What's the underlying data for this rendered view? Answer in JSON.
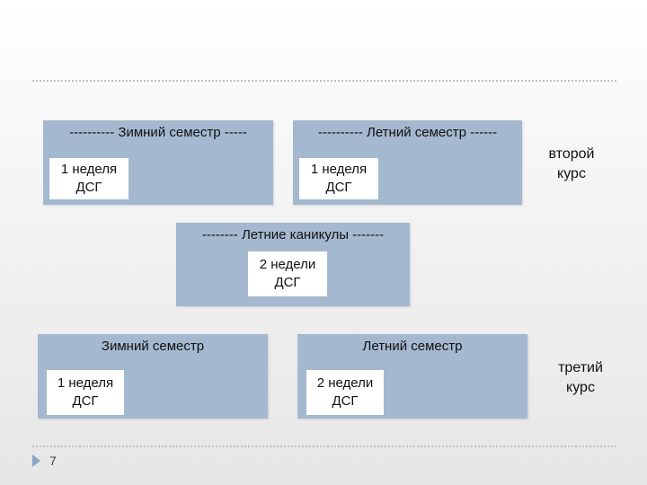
{
  "year2": {
    "winter": {
      "title": "---------- Зимний семестр -----",
      "dsg_line1": "1 неделя",
      "dsg_line2": "ДСГ"
    },
    "summer": {
      "title": "---------- Летний семестр ------",
      "dsg_line1": "1 неделя",
      "dsg_line2": "ДСГ"
    },
    "label_line1": "второй",
    "label_line2": "курс"
  },
  "holidays": {
    "title": "-------- Летние каникулы -------",
    "dsg_line1": "2 недели",
    "dsg_line2": "ДСГ"
  },
  "year3": {
    "winter": {
      "title": "Зимний семестр",
      "dsg_line1": "1 неделя",
      "dsg_line2": "ДСГ"
    },
    "summer": {
      "title": "Летний семестр",
      "dsg_line1": "2 недели",
      "dsg_line2": "ДСГ"
    },
    "label_line1": "третий",
    "label_line2": "курс"
  },
  "footer": {
    "slide_number": "7",
    "icon": "play-arrow-icon"
  },
  "colors": {
    "block": "#a4b8cf",
    "box": "#ffffff",
    "accent": "#8aa6c7"
  }
}
